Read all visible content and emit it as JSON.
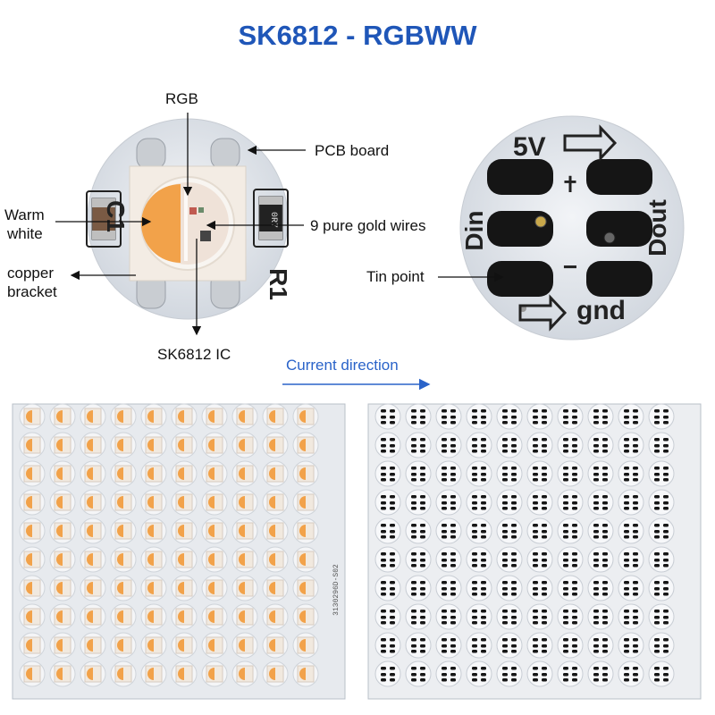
{
  "title": "SK6812 - RGBWW",
  "labels": {
    "rgb": "RGB",
    "pcb_board": "PCB board",
    "warm_white_1": "Warm",
    "warm_white_2": "white",
    "gold_wires": "9 pure gold wires",
    "copper_1": "copper",
    "copper_2": "bracket",
    "ic": "SK6812 IC",
    "tin_point": "Tin point"
  },
  "silkscreen": {
    "c1": "C1",
    "r1": "R1",
    "resistor_code": "0R7",
    "v5": "5V",
    "plus": "+",
    "minus": "−",
    "din": "Din",
    "dout": "Dout",
    "gnd": "gnd"
  },
  "current_direction": "Current direction",
  "panel_code": "3130296D-S02",
  "grid": {
    "rows": 10,
    "cols": 10
  },
  "colors": {
    "title": "#1f56b8",
    "current": "#2a63c9",
    "warm_white": "#f2a24a",
    "board": "#dfe3e9",
    "pad": "#151515"
  }
}
